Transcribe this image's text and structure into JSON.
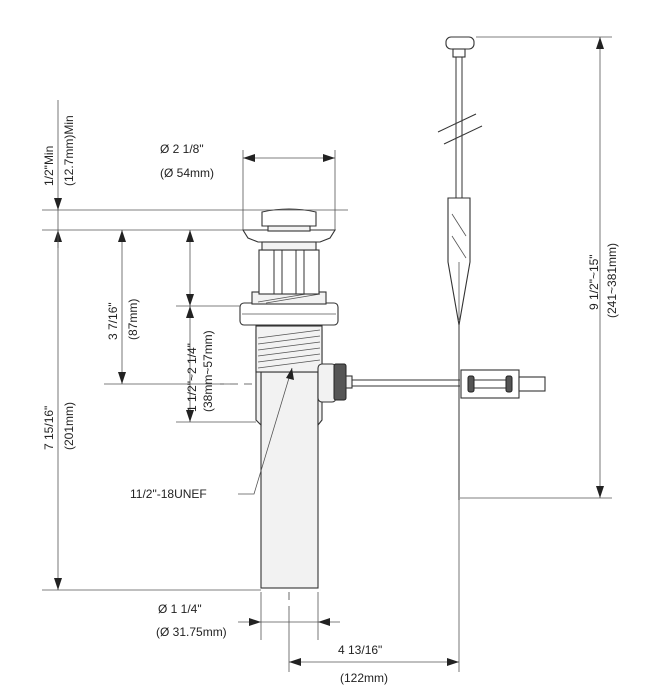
{
  "dimensions": {
    "min_gap": {
      "imperial": "1/2\"Min",
      "metric": "(12.7mm)Min"
    },
    "flange_diameter": {
      "imperial": "Ø 2 1/8\"",
      "metric": "(Ø 54mm)"
    },
    "body_height": {
      "imperial": "3 7/16\"",
      "metric": "(87mm)"
    },
    "thread_range": {
      "imperial": "1 1/2\"~2 1/4\"",
      "metric": "(38mm~57mm)"
    },
    "total_height": {
      "imperial": "7 15/16\"",
      "metric": "(201mm)"
    },
    "thread_spec": "11/2\"-18UNEF",
    "tailpiece_diameter": {
      "imperial": "Ø 1 1/4\"",
      "metric": "(Ø 31.75mm)"
    },
    "rod_offset": {
      "imperial": "4 13/16\"",
      "metric": "(122mm)"
    },
    "lift_rod_length": {
      "imperial": "9 1/2\"~15\"",
      "metric": "(241~381mm)"
    }
  }
}
